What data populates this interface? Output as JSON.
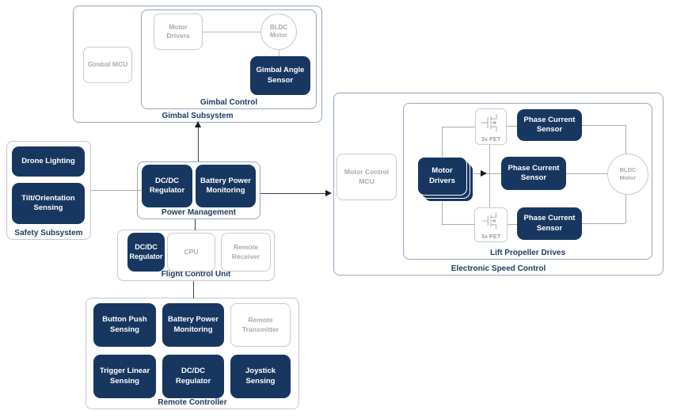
{
  "colors": {
    "navy_fill": "#183760",
    "label_text": "#1e3c66",
    "gray_text": "#a7aaaf",
    "gray_border": "#c9cbce",
    "container_border": "#95a7c0",
    "connector_gray": "#a9acb0",
    "connector_dark": "#3c4049"
  },
  "gimbal_subsystem": {
    "label": "Gimbal Subsystem",
    "control_label": "Gimbal Control",
    "mcu": "Gimbal MCU",
    "motor_drivers": "Motor Drivers",
    "bldc_motor": "BLDC Motor",
    "angle_sensor": "Gimbal Angle Sensor"
  },
  "safety_subsystem": {
    "label": "Safety Subsystem",
    "drone_lighting": "Drone Lighting",
    "tilt_orientation": "Tilt/Orientation Sensing"
  },
  "power_management": {
    "label": "Power Management",
    "dcdc_regulator": "DC/DC Regulator",
    "battery_monitoring": "Battery Power Monitoring"
  },
  "flight_control_unit": {
    "label": "Flight Control Unit",
    "dcdc_regulator": "DC/DC Regulator",
    "cpu": "CPU",
    "remote_receiver": "Remote Receiver"
  },
  "remote_controller": {
    "label": "Remote Controller",
    "button_push": "Button Push Sensing",
    "battery_monitoring": "Battery Power Monitoring",
    "remote_transmitter": "Remote Transmitter",
    "trigger_linear": "Trigger Linear Sensing",
    "dcdc_regulator": "DC/DC Regulator",
    "joystick": "Joystick Sensing"
  },
  "electronic_speed_control": {
    "label": "Electronic Speed Control",
    "lift_propeller_label": "Lift Propeller Drives",
    "motor_control_mcu": "Motor Control MCU",
    "motor_drivers": "Motor Drivers",
    "fet": "3x FET",
    "phase_current_sensor": "Phase Current Sensor",
    "bldc_motor": "BLDC Motor"
  }
}
